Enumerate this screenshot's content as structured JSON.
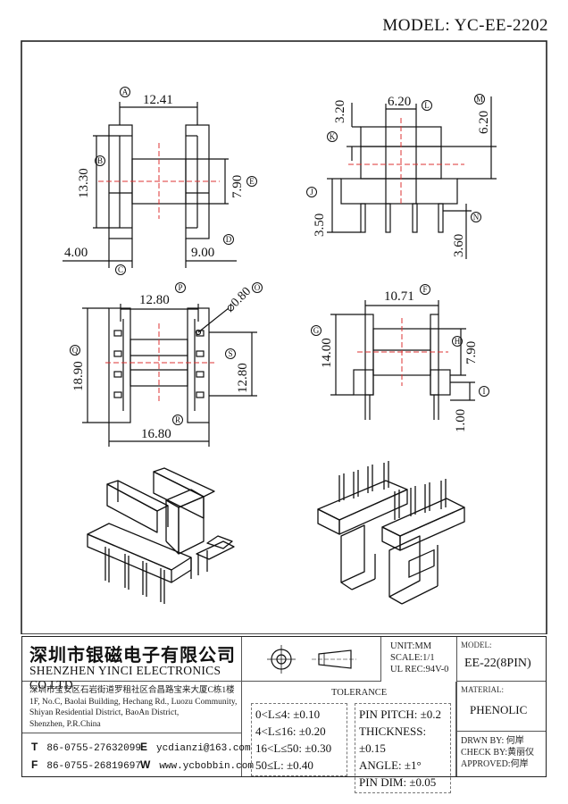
{
  "model": "MODEL: YC-EE-2202",
  "views": {
    "top_left": {
      "dims": [
        "12.41",
        "13.30",
        "7.90",
        "4.00",
        "9.00"
      ],
      "callouts": [
        "A",
        "B",
        "E",
        "C",
        "D"
      ]
    },
    "top_right": {
      "dims": [
        "6.20",
        "3.20",
        "6.20",
        "3.50",
        "3.60"
      ],
      "callouts": [
        "L",
        "M",
        "K",
        "J",
        "N"
      ]
    },
    "mid_left": {
      "dims": [
        "12.80",
        "⌀0.80",
        "18.90",
        "12.80",
        "16.80"
      ],
      "callouts": [
        "P",
        "O",
        "Q",
        "S",
        "R"
      ]
    },
    "mid_right": {
      "dims": [
        "10.71",
        "14.00",
        "7.90",
        "1.00"
      ],
      "callouts": [
        "F",
        "G",
        "H",
        "I"
      ]
    }
  },
  "company": {
    "name_cn": "深圳市银磁电子有限公司",
    "name_en": "SHENZHEN YINCI ELECTRONICS CO,LTD.",
    "address_cn": "深圳市宝安区石岩街道罗租社区合昌路宝来大厦C栋1楼",
    "address_en": [
      "1F, No.C, Baolai Building, Hechang Rd., Luozu Community,",
      "Shiyan Residential District, BaoAn District,",
      "Shenzhen, P.R.China"
    ],
    "tel": "86-0755-27632099",
    "fax": "86-0755-26819697",
    "email": "ycdianzi@163.com",
    "web": "www.ycbobbin.com",
    "tel_label": "T",
    "fax_label": "F",
    "email_label": "E",
    "web_label": "W"
  },
  "spec": {
    "unit": "UNIT:MM",
    "scale": "SCALE:1/1",
    "ul": "UL REC:94V-0",
    "tolerance_title": "TOLERANCE",
    "tolerance_rows": [
      "0<L≤4: ±0.10",
      "4<L≤16: ±0.20",
      "16<L≤50: ±0.30",
      "50≤L: ±0.40"
    ],
    "pin_rows": [
      "PIN PITCH: ±0.2",
      "THICKNESS: ±0.15",
      "ANGLE: ±1°",
      "PIN DIM: ±0.05"
    ]
  },
  "right": {
    "model_label": "MODEL:",
    "model_value": "EE-22(8PIN)",
    "material_label": "MATERIAL:",
    "material_value": "PHENOLIC",
    "drwn": "DRWN BY: 何岸",
    "check": "CHECK BY:黄丽仪",
    "approved": "APPROVED:何岸"
  }
}
